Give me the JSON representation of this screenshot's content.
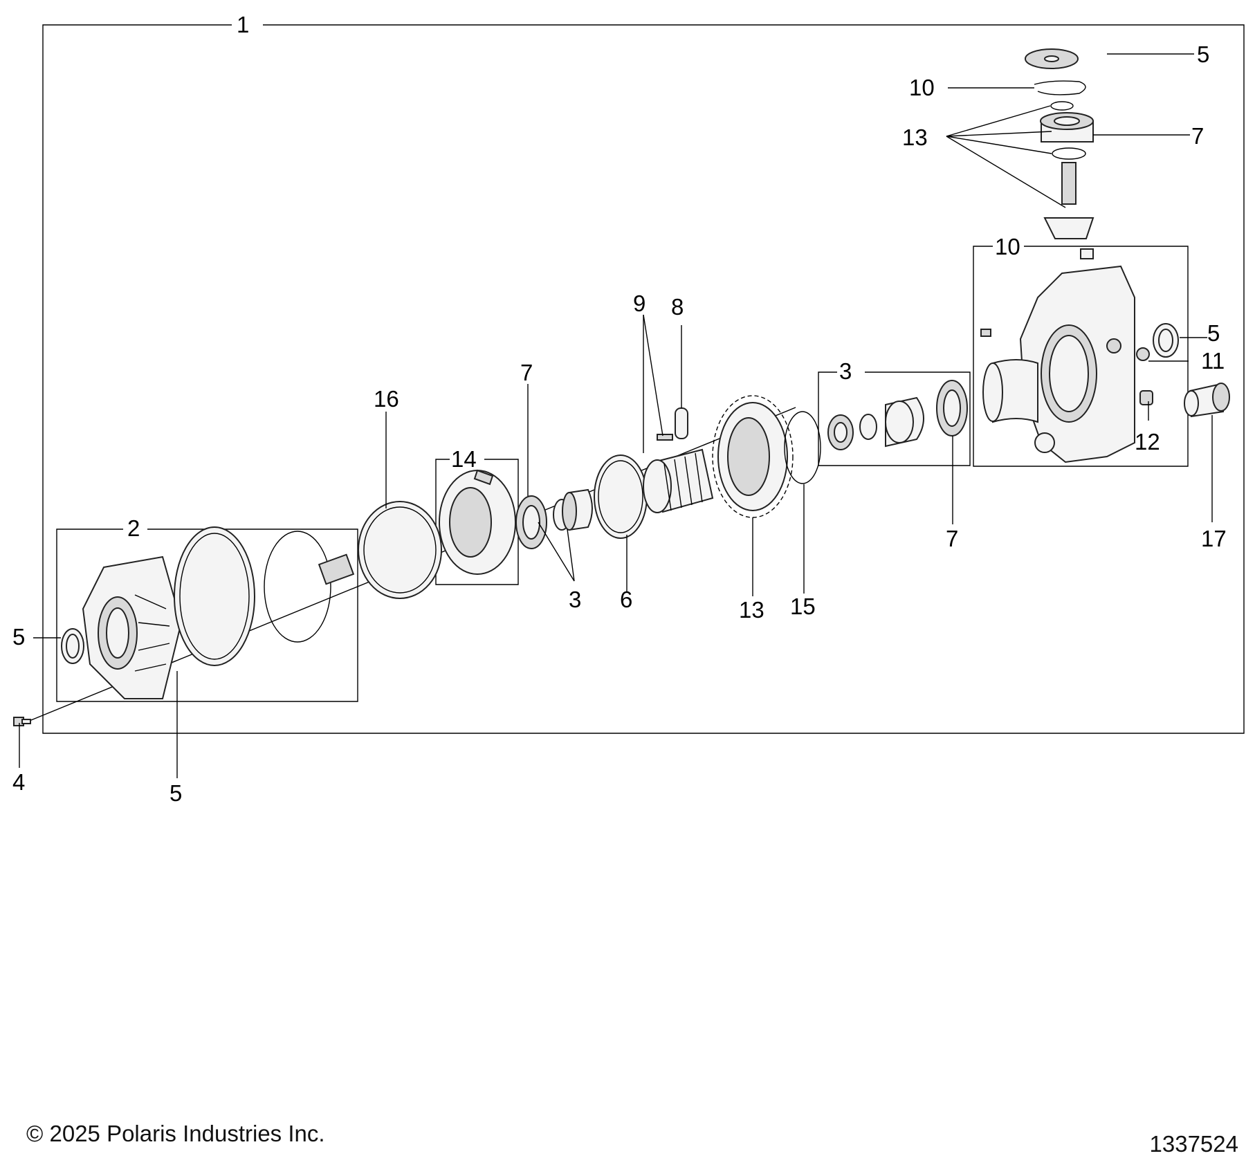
{
  "diagram": {
    "callouts": {
      "c1": "1",
      "c2": "2",
      "c3a": "3",
      "c3b": "3",
      "c4": "4",
      "c5a": "5",
      "c5b": "5",
      "c5c": "5",
      "c5d": "5",
      "c6": "6",
      "c7a": "7",
      "c7b": "7",
      "c7c": "7",
      "c8": "8",
      "c9": "9",
      "c10a": "10",
      "c10b": "10",
      "c11": "11",
      "c12": "12",
      "c13a": "13",
      "c13b": "13",
      "c14": "14",
      "c15": "15",
      "c16": "16",
      "c17": "17"
    }
  },
  "footer": {
    "copyright": "© 2025 Polaris Industries Inc.",
    "drawing_number": "1337524"
  }
}
